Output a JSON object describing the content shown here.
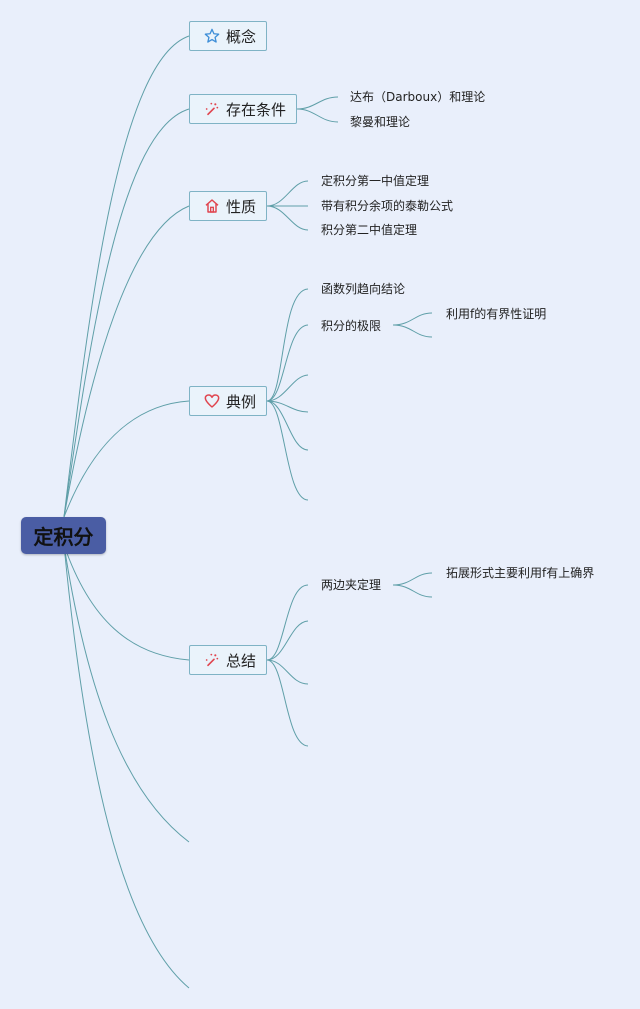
{
  "root": {
    "label": "定积分"
  },
  "topics": {
    "concept": {
      "label": "概念",
      "icon": "star-icon"
    },
    "existence": {
      "label": "存在条件",
      "icon": "magic-wand-icon"
    },
    "properties": {
      "label": "性质",
      "icon": "home-icon"
    },
    "examples": {
      "label": "典例",
      "icon": "heart-icon"
    },
    "summary": {
      "label": "总结",
      "icon": "magic-wand-icon"
    }
  },
  "existence_items": [
    "达布（Darboux）和理论",
    "黎曼和理论"
  ],
  "property_items": [
    "定积分第一中值定理",
    "带有积分余项的泰勒公式",
    "积分第二中值定理"
  ],
  "example_items": [
    "函数列趋向结论",
    "积分的极限"
  ],
  "example_subitems": [
    "利用f的有界性证明"
  ],
  "summary_items": [
    "两边夹定理"
  ],
  "summary_subitems": [
    "拓展形式主要利用f有上确界"
  ],
  "colors": {
    "link": "#5f9fa8",
    "root_fill": "#4a5da4",
    "topic_border": "#7fb3c5",
    "icon_red": "#e0454f",
    "icon_blue": "#3f8fd8"
  }
}
